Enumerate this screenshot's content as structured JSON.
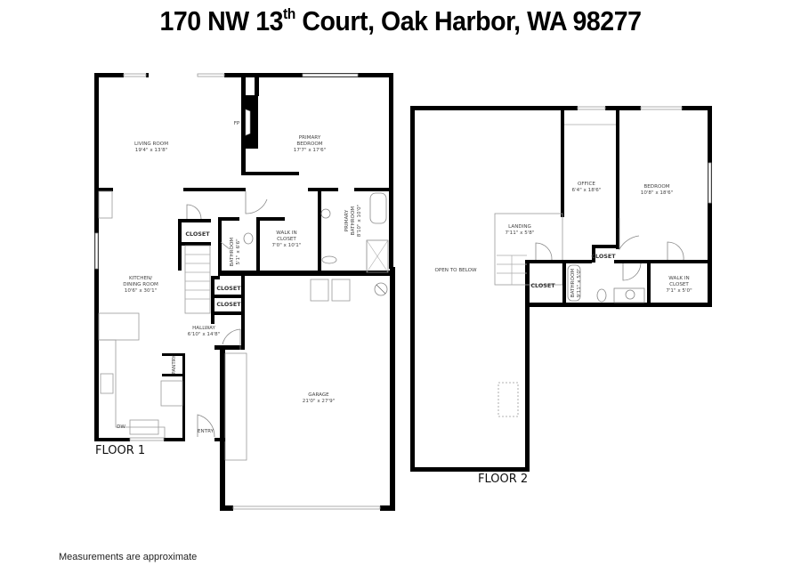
{
  "header": {
    "address_prefix": "170 NW 13",
    "address_sup": "th",
    "address_suffix": " Court, Oak Harbor, WA 98277"
  },
  "floor1": {
    "label": "FLOOR 1",
    "rooms": {
      "living_room": {
        "name": "LIVING ROOM",
        "size": "19'4\" x 13'8\""
      },
      "fireplace": {
        "name": "FP"
      },
      "primary_bedroom": {
        "name_line1": "PRIMARY",
        "name_line2": "BEDROOM",
        "size": "17'7\" x 17'6\""
      },
      "walk_in_closet": {
        "name_line1": "WALK IN",
        "name_line2": "CLOSET",
        "size": "7'0\" x 10'1\""
      },
      "primary_bathroom": {
        "name_line1": "PRIMARY",
        "name_line2": "BATHROOM",
        "size": "8'10\" x 10'0\""
      },
      "bathroom": {
        "name": "BATHROOM",
        "size": "5'1\" x 6'6\""
      },
      "closet_a": {
        "name": "CLOSET"
      },
      "closet_b": {
        "name": "CLOSET"
      },
      "closet_c": {
        "name": "CLOSET"
      },
      "kitchen": {
        "name_line1": "KITCHEN/",
        "name_line2": "DINING ROOM",
        "size": "10'6\" x 30'1\""
      },
      "hallway": {
        "name": "HALLWAY",
        "size": "6'10\" x 14'8\""
      },
      "pantry": {
        "name": "PANTRY"
      },
      "dishwasher": {
        "name": "DW"
      },
      "entry": {
        "name": "ENTRY"
      },
      "garage": {
        "name": "GARAGE",
        "size": "21'0\" x 27'9\""
      }
    }
  },
  "floor2": {
    "label": "FLOOR 2",
    "rooms": {
      "open_to_below": {
        "name": "OPEN TO BELOW"
      },
      "landing": {
        "name": "LANDING",
        "size": "7'11\" x 5'8\""
      },
      "office": {
        "name": "OFFICE",
        "size": "6'4\" x 18'6\""
      },
      "bedroom": {
        "name": "BEDROOM",
        "size": "10'8\" x 18'6\""
      },
      "closet_landing": {
        "name": "CLOSET"
      },
      "closet_hall": {
        "name": "CLOSET"
      },
      "bathroom": {
        "name": "BATHROOM",
        "size": "9'11\" x 5'0\""
      },
      "walk_in_closet": {
        "name_line1": "WALK IN",
        "name_line2": "CLOSET",
        "size": "7'1\" x 5'0\""
      }
    }
  },
  "footer": {
    "note": "Measurements are approximate"
  }
}
